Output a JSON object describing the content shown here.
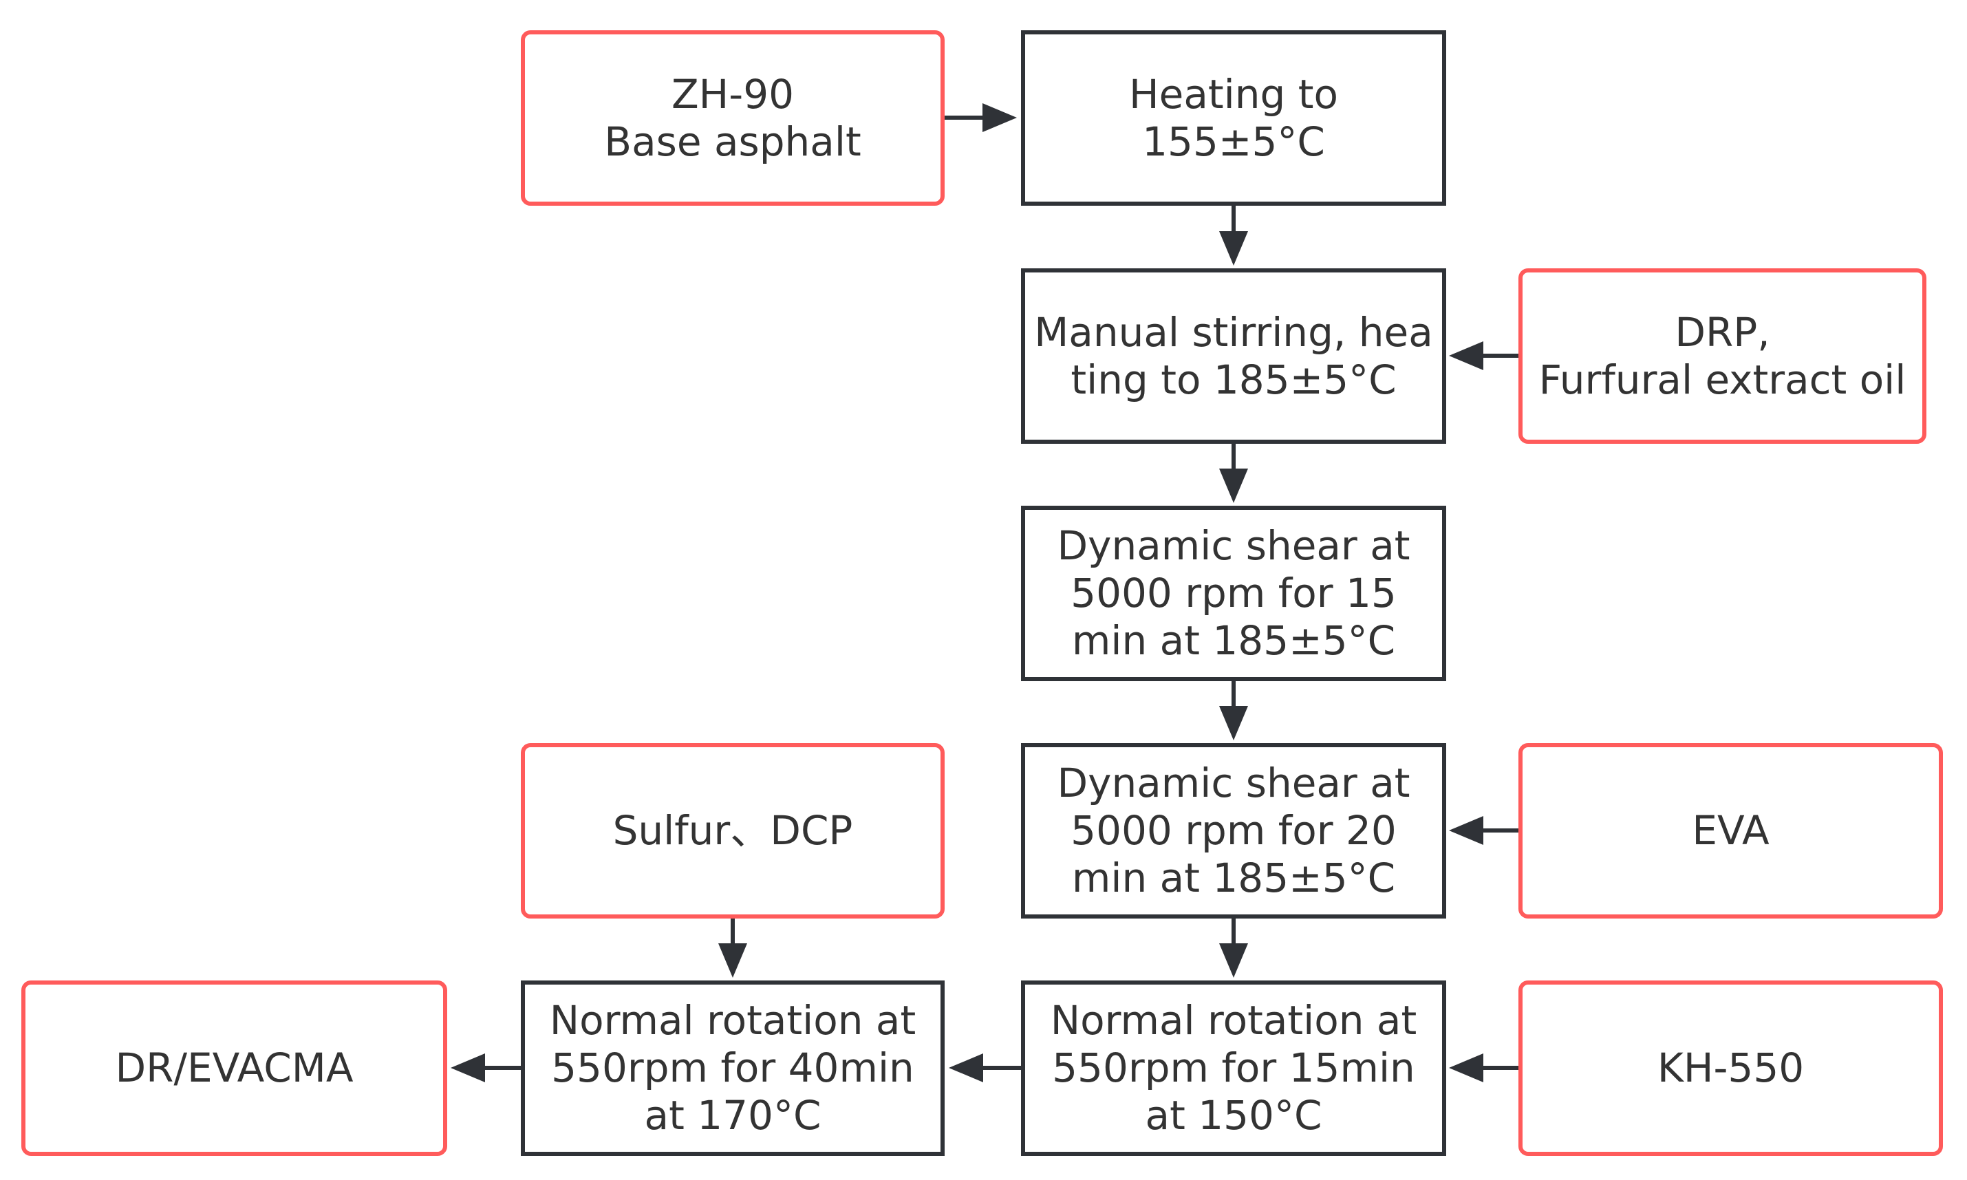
{
  "colors": {
    "process_border": "#2f3237",
    "input_border": "#ff5b5b",
    "arrow": "#2f3237",
    "text": "#333333"
  },
  "nodes": {
    "base_asphalt": {
      "lines": [
        "ZH-90",
        "Base asphalt"
      ]
    },
    "heating": {
      "lines": [
        "Heating to",
        "155±5°C"
      ]
    },
    "manual_stirring": {
      "lines": [
        "Manual stirring, hea",
        "ting to 185±5°C"
      ]
    },
    "drp": {
      "lines": [
        "DRP,",
        "Furfural extract oil"
      ]
    },
    "shear_15": {
      "lines": [
        "Dynamic shear at",
        "5000 rpm for 15",
        "min at 185±5°C"
      ]
    },
    "sulfur_dcp": {
      "lines": [
        "Sulfur、DCP"
      ]
    },
    "shear_20": {
      "lines": [
        "Dynamic shear at",
        "5000 rpm for 20",
        "min at 185±5°C"
      ]
    },
    "eva": {
      "lines": [
        "EVA"
      ]
    },
    "product": {
      "lines": [
        "DR/EVACMA"
      ]
    },
    "rotation_40": {
      "lines": [
        "Normal rotation at",
        "550rpm for 40min",
        "at 170°C"
      ]
    },
    "rotation_15": {
      "lines": [
        "Normal rotation at",
        "550rpm for 15min",
        "at 150°C"
      ]
    },
    "kh550": {
      "lines": [
        "KH-550"
      ]
    }
  }
}
